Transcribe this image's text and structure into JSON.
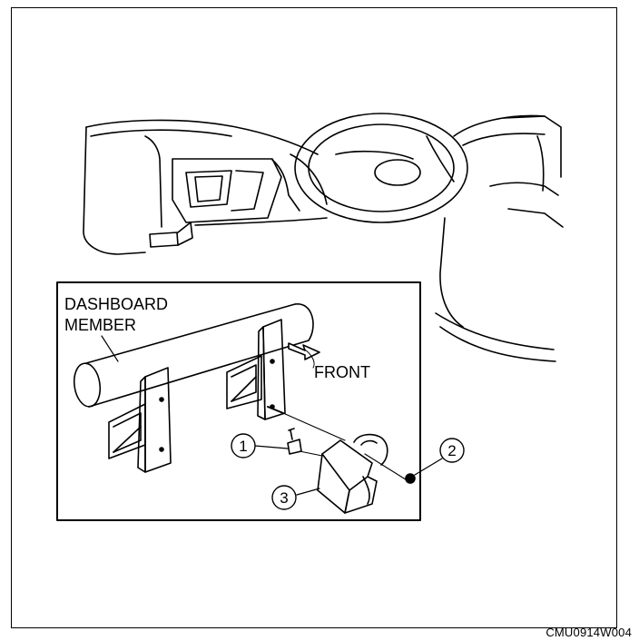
{
  "labels": {
    "dashboard_member_line1": "DASHBOARD",
    "dashboard_member_line2": "MEMBER",
    "front": "FRONT",
    "callout_1": "1",
    "callout_2": "2",
    "callout_3": "3"
  },
  "document_code": "CMU0914W004",
  "icons": {
    "front_arrow": "front-arrow-icon"
  }
}
